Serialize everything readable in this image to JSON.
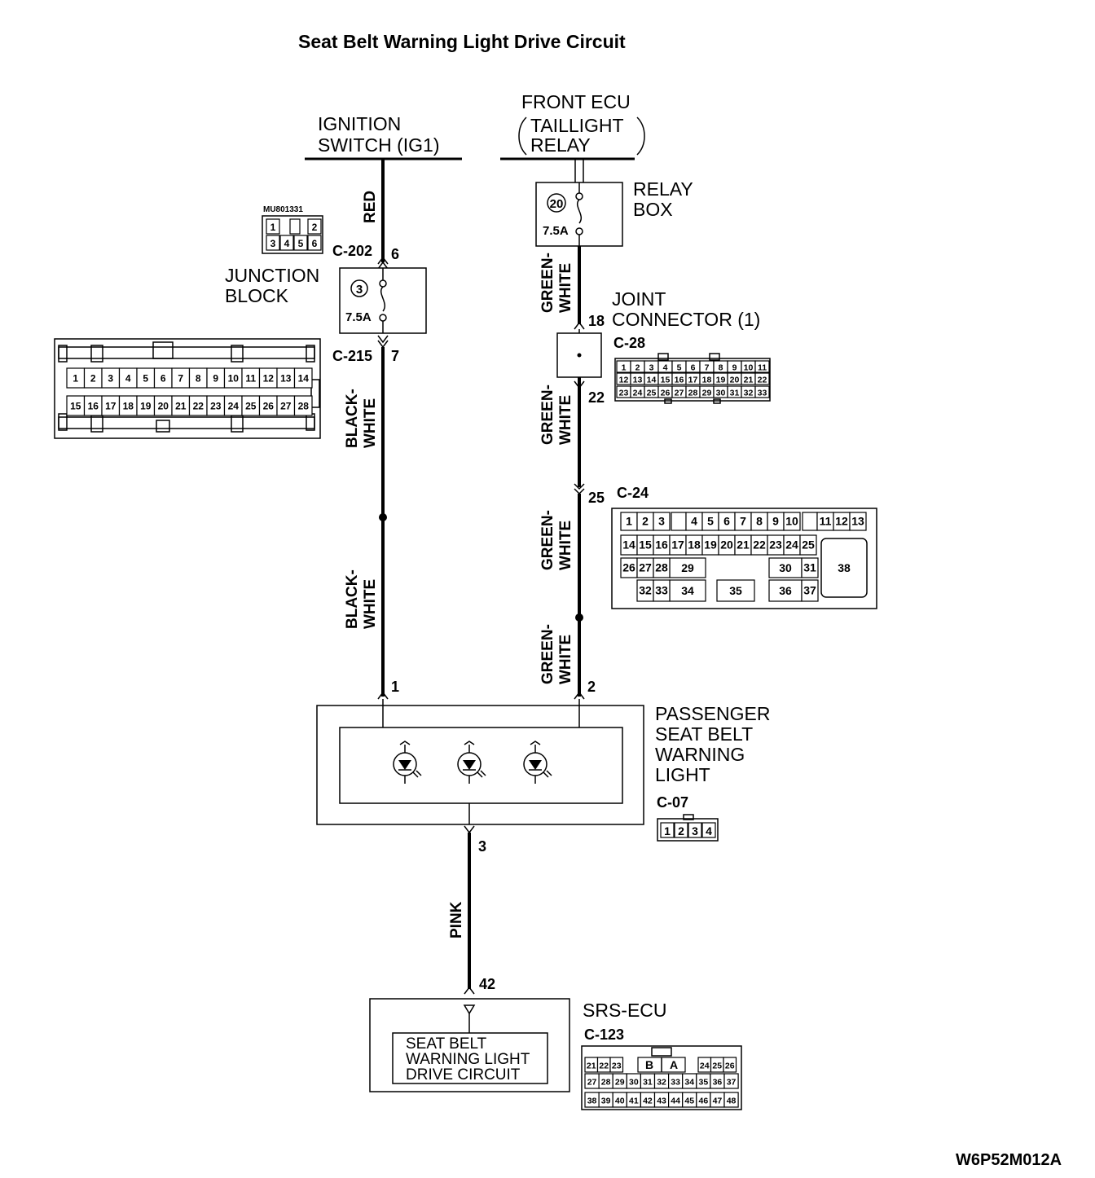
{
  "title": "Seat Belt Warning Light Drive Circuit",
  "figure_code": "W6P52M012A",
  "sources": {
    "ignition": {
      "line1": "IGNITION",
      "line2": "SWITCH (IG1)"
    },
    "front_ecu": {
      "line1": "FRONT ECU",
      "line2": "TAILLIGHT",
      "line3": "RELAY"
    }
  },
  "junction_block": {
    "label1": "JUNCTION",
    "label2": "BLOCK",
    "fuse_no": "3",
    "fuse_rating": "7.5A",
    "conn_in": "C-202",
    "pin_in": "6",
    "conn_out": "C-215",
    "pin_out": "7",
    "small_part_no": "MU801331",
    "small_pins": [
      "1",
      "2",
      "3",
      "4",
      "5",
      "6"
    ],
    "big_pins_row1": [
      "1",
      "2",
      "3",
      "4",
      "5",
      "6",
      "7",
      "8",
      "9",
      "10",
      "11",
      "12",
      "13",
      "14"
    ],
    "big_pins_row2": [
      "15",
      "16",
      "17",
      "18",
      "19",
      "20",
      "21",
      "22",
      "23",
      "24",
      "25",
      "26",
      "27",
      "28"
    ]
  },
  "relay_box": {
    "label1": "RELAY",
    "label2": "BOX",
    "fuse_no": "20",
    "fuse_rating": "7.5A"
  },
  "joint_connector": {
    "label1": "JOINT",
    "label2": "CONNECTOR (1)",
    "conn": "C-28",
    "pin_in": "18",
    "pin_out": "22",
    "row1": [
      "1",
      "2",
      "3",
      "4",
      "5",
      "6",
      "7",
      "8",
      "9",
      "10",
      "11"
    ],
    "row2": [
      "12",
      "13",
      "14",
      "15",
      "16",
      "17",
      "18",
      "19",
      "20",
      "21",
      "22"
    ],
    "row3": [
      "23",
      "24",
      "25",
      "26",
      "27",
      "28",
      "29",
      "30",
      "31",
      "32",
      "33"
    ]
  },
  "c24": {
    "conn": "C-24",
    "pin": "25",
    "row1": [
      "1",
      "2",
      "3",
      "4",
      "5",
      "6",
      "7",
      "8",
      "9",
      "10",
      "11",
      "12",
      "13"
    ],
    "row2": [
      "14",
      "15",
      "16",
      "17",
      "18",
      "19",
      "20",
      "21",
      "22",
      "23",
      "24",
      "25"
    ],
    "row3a": [
      "26",
      "27",
      "28",
      "29"
    ],
    "row3b": [
      "30",
      "31"
    ],
    "row4a": [
      "32",
      "33",
      "34"
    ],
    "center": "35",
    "row4b": [
      "36",
      "37"
    ],
    "big": "38"
  },
  "wires": {
    "red": "RED",
    "black_white": [
      "BLACK-",
      "WHITE"
    ],
    "green_white": [
      "GREEN-",
      "WHITE"
    ],
    "pink": "PINK"
  },
  "passenger_light": {
    "label1": "PASSENGER",
    "label2": "SEAT BELT",
    "label3": "WARNING",
    "label4": "LIGHT",
    "conn": "C-07",
    "pin1": "1",
    "pin2": "2",
    "pin3": "3",
    "pins": [
      "1",
      "2",
      "3",
      "4"
    ]
  },
  "srs_ecu": {
    "label": "SRS-ECU",
    "conn": "C-123",
    "pin": "42",
    "inner1": "SEAT BELT",
    "inner2": "WARNING LIGHT",
    "inner3": "DRIVE CIRCUIT",
    "row1a": [
      "21",
      "22",
      "23"
    ],
    "key_b": "B",
    "key_a": "A",
    "row1b": [
      "24",
      "25",
      "26"
    ],
    "row2": [
      "27",
      "28",
      "29",
      "30",
      "31",
      "32",
      "33",
      "34",
      "35",
      "36",
      "37"
    ],
    "row3": [
      "38",
      "39",
      "40",
      "41",
      "42",
      "43",
      "44",
      "45",
      "46",
      "47",
      "48"
    ]
  }
}
